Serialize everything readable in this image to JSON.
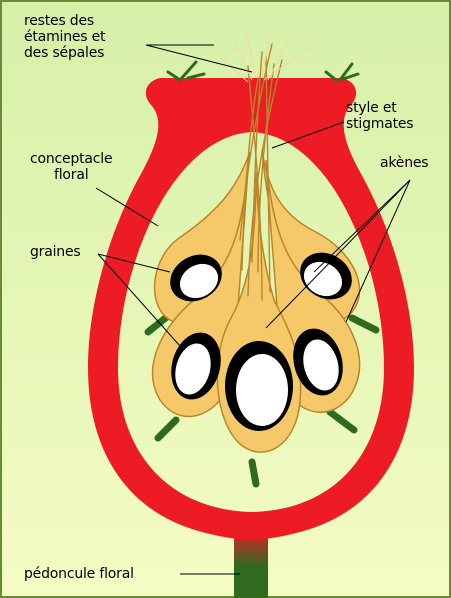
{
  "diagram": {
    "colors": {
      "background_top": "#d6f0a8",
      "background_bottom": "#f4fcc4",
      "border": "#6a8a3a",
      "receptacle": "#ed1c24",
      "achene": "#f5c969",
      "achene_outline": "#b8862a",
      "seed_coat": "#000000",
      "seed": "#ffffff",
      "stalk": "#2f6a1f",
      "leader_line": "#000000"
    },
    "labels": {
      "remains": [
        "restes des",
        "étamines et",
        "des sépales"
      ],
      "style": [
        "style et",
        "stigmates"
      ],
      "receptacle": [
        "conceptacle",
        "floral"
      ],
      "achenes": "akènes",
      "seeds": "graines",
      "peduncle": "pédoncule floral"
    }
  }
}
